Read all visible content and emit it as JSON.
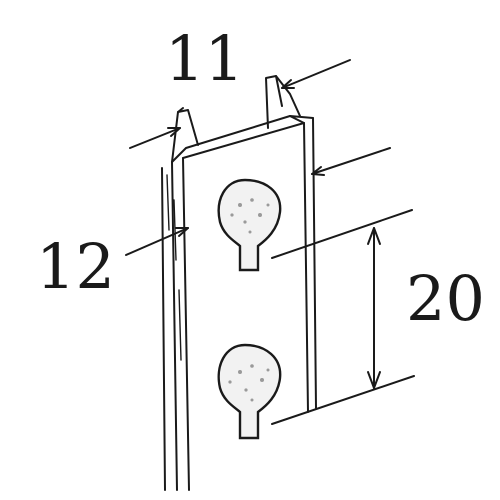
{
  "figure": {
    "labels": {
      "ref_11": "11",
      "ref_12": "12",
      "ref_20": "20"
    }
  }
}
